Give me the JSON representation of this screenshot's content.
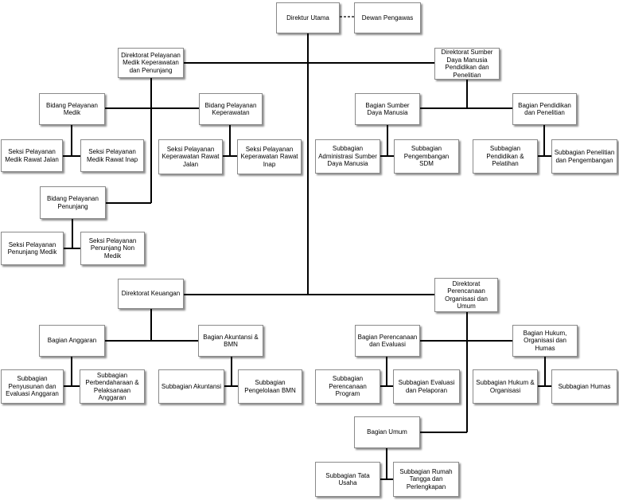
{
  "diagram": {
    "direktur_utama": "Direktur Utama",
    "dewan_pengawas": "Dewan Pengawas",
    "dir_pelayanan": "Direktorat Pelayanan Medik Keperawatan dan Penunjang",
    "dir_sdm": "Direktorat Sumber Daya Manusia Pendidikan dan Penelitian",
    "bid_medik": "Bidang Pelayanan Medik",
    "bid_keperawatan": "Bidang Pelayanan Keperawatan",
    "bag_sdm": "Bagian Sumber Daya Manusia",
    "bag_diklit": "Bagian Pendidikan dan Penelitian",
    "seksi_rawat_jalan": "Seksi Pelayanan Medik Rawat Jalan",
    "seksi_rawat_inap": "Seksi Pelayanan Medik Rawat Inap",
    "seksi_kep_jalan": "Seksi Pelayanan Keperawatan Rawat Jalan",
    "seksi_kep_inap": "Seksi Pelayanan Keperawatan Rawat Inap",
    "sub_admin_sdm": "Subbagian Administrasi Sumber Daya Manusia",
    "sub_pengembangan_sdm": "Subbagian Pengembangan SDM",
    "sub_diklat": "Subbagian Pendidikan & Pelatihan",
    "sub_penelitian": "Subbagian Penelitian dan Pengembangan",
    "bid_penunjang": "Bidang Pelayanan Penunjang",
    "seksi_penunjang_medik": "Seksi Pelayanan Penunjang Medik",
    "seksi_penunjang_nonmedik": "Seksi Pelayanan Penunjang Non Medik",
    "dir_keuangan": "Direktorat Keuangan",
    "dir_perencanaan": "Direktorat Perencanaan Organisasi dan Umum",
    "bag_anggaran": "Bagian Anggaran",
    "bag_akuntansi": "Bagian Akuntansi & BMN",
    "bag_perencanaan": "Bagian Perencanaan dan Evaluasi",
    "bag_hukum": "Bagian Hukum, Organisasi dan Humas",
    "sub_penyusunan": "Subbagian Penyusunan dan Evaluasi Anggaran",
    "sub_perbendaharaan": "Subbagian Perbendaharaan & Pelaksanaan Anggaran",
    "sub_akuntansi": "Subbagian Akuntansi",
    "sub_bmn": "Subbagian Pengelolaan BMN",
    "sub_perencanaan_program": "Subbagian Perencanaan Program",
    "sub_evaluasi": "Subbagian Evaluasi dan Pelaporan",
    "sub_hukum": "Subbagian Hukum & Organisasi",
    "sub_humas": "Subbagian Humas",
    "bag_umum": "Bagian Umum",
    "sub_tata_usaha": "Subbagian Tata Usaha",
    "sub_rumah_tangga": "Subbagian Rumah Tangga dan Perlengkapan"
  }
}
